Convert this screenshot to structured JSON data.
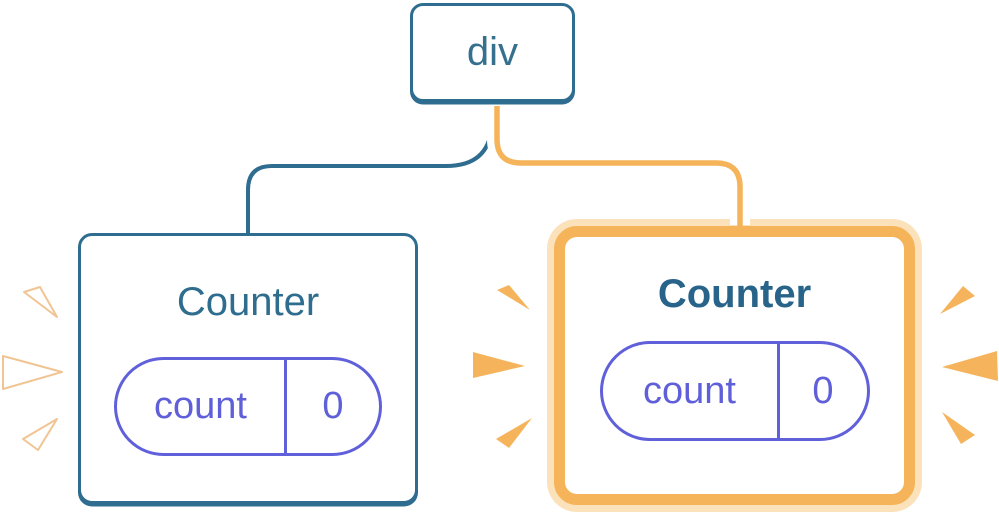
{
  "tree": {
    "root": {
      "label": "div"
    },
    "children": [
      {
        "title": "Counter",
        "state_key": "count",
        "state_value": "0",
        "highlighted": false
      },
      {
        "title": "Counter",
        "state_key": "count",
        "state_value": "0",
        "highlighted": true
      }
    ],
    "icons": {
      "left_sparks": "white-flash-spark",
      "right_sparks": "orange-flash-spark"
    },
    "colors": {
      "node_blue": "#2F6D90",
      "text_blue": "#35718F",
      "title_blue_bold": "#28648A",
      "pill_purple": "#6060DB",
      "highlight_orange": "#F6B45A",
      "highlight_peach": "#FBE2BA",
      "spark_orange": "#F5B45C",
      "spark_white": "#FFFFFF",
      "background": "#FFFFFF"
    }
  }
}
